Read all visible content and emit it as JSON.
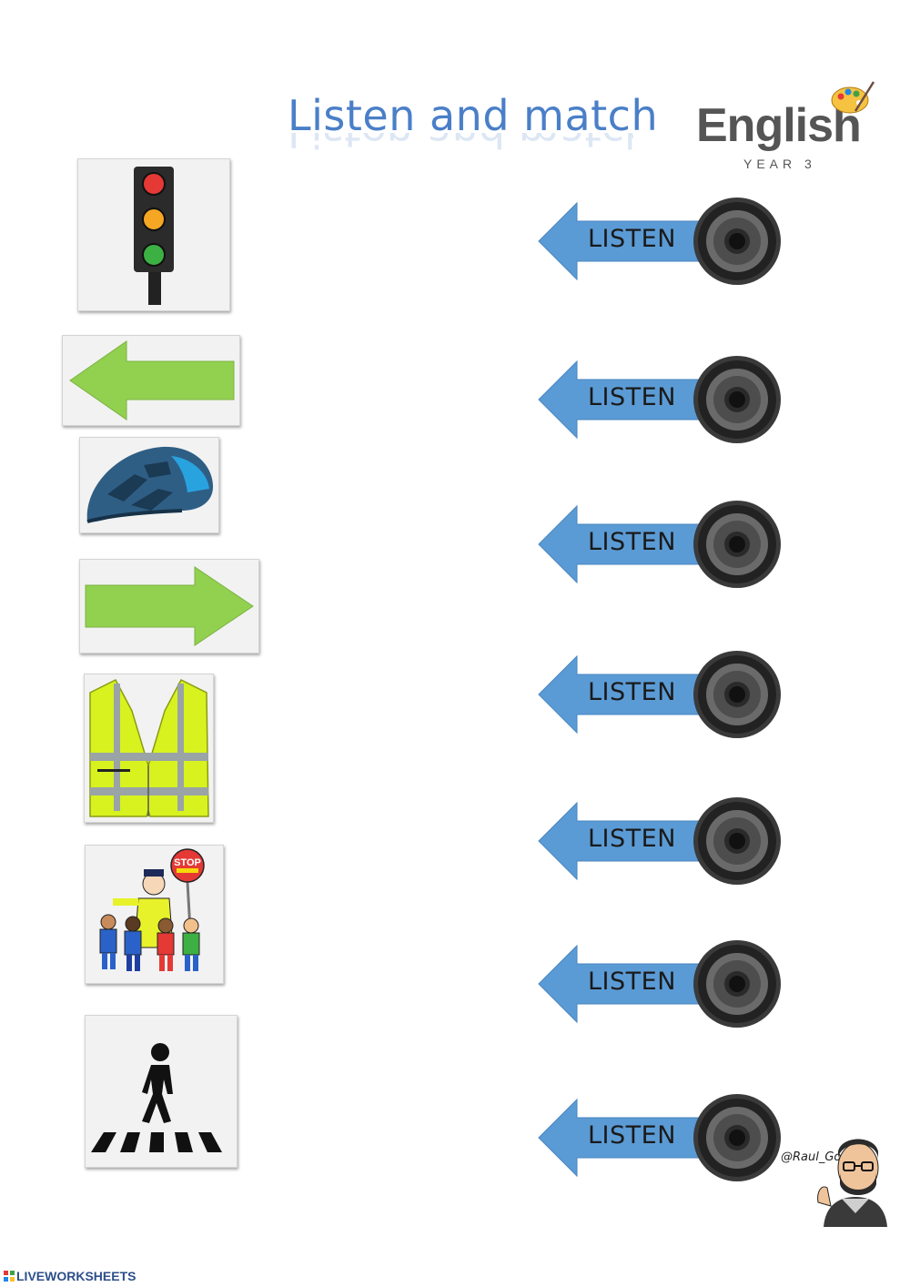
{
  "header": {
    "title": "Listen and match",
    "logo": {
      "word": "English",
      "subtitle": "YEAR 3"
    }
  },
  "items": [
    {
      "icon": "traffic-light-icon",
      "listen_label": "LISTEN"
    },
    {
      "icon": "left-arrow-icon",
      "listen_label": "LISTEN"
    },
    {
      "icon": "bike-helmet-icon",
      "listen_label": "LISTEN"
    },
    {
      "icon": "right-arrow-icon",
      "listen_label": "LISTEN"
    },
    {
      "icon": "safety-vest-icon",
      "listen_label": "LISTEN"
    },
    {
      "icon": "crossing-guard-icon",
      "listen_label": "LISTEN",
      "sign_text": "STOP"
    },
    {
      "icon": "zebra-crossing-icon",
      "listen_label": "LISTEN"
    }
  ],
  "signature": {
    "handle": "@Raul_Gover"
  },
  "footer": {
    "brand": "LIVEWORKSHEETS"
  },
  "colors": {
    "title": "#4a7fc8",
    "listen_arrow": "#5b9bd5",
    "green_arrow": "#92d050",
    "vest": "#d7f21f"
  }
}
